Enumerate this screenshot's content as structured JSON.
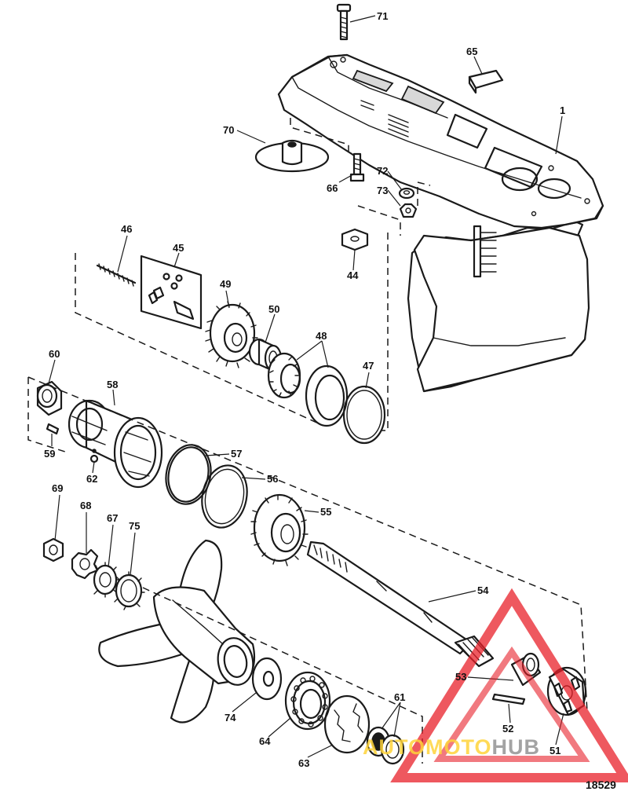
{
  "figure_number": "18529",
  "watermark": {
    "text_part1": "AUTOMOTO",
    "text_part2": "HUB",
    "color_part1": "#ffd43a",
    "color_part2": "#9a9a9a",
    "logo_color": "#e8202a"
  },
  "callouts": {
    "c1": "1",
    "c44": "44",
    "c45": "45",
    "c46": "46",
    "c47": "47",
    "c48": "48",
    "c49": "49",
    "c50": "50",
    "c51": "51",
    "c52": "52",
    "c53": "53",
    "c54": "54",
    "c55": "55",
    "c56": "56",
    "c57": "57",
    "c58": "58",
    "c59": "59",
    "c60": "60",
    "c61": "61",
    "c62": "62",
    "c63": "63",
    "c64": "64",
    "c65": "65",
    "c66": "66",
    "c67": "67",
    "c68": "68",
    "c69": "69",
    "c70": "70",
    "c71": "71",
    "c72": "72",
    "c73": "73",
    "c74": "74",
    "c75": "75"
  }
}
